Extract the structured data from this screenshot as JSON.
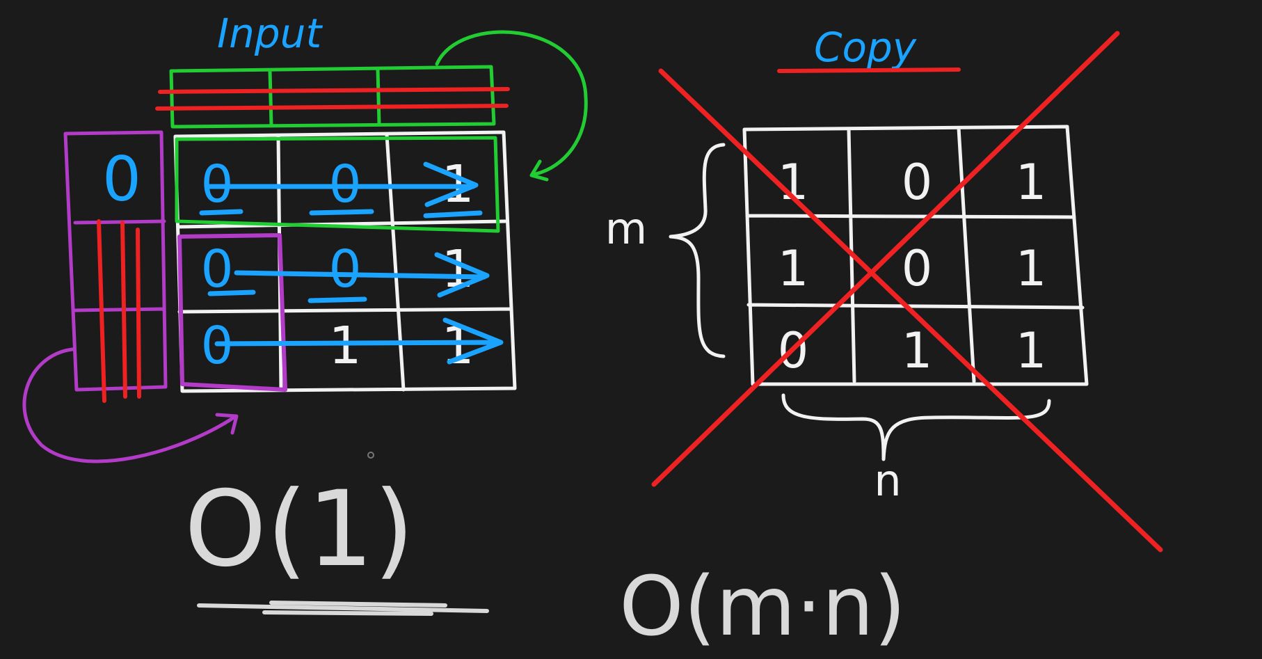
{
  "titles": {
    "input": "Input",
    "copy": "Copy"
  },
  "input_grid": {
    "rows": [
      [
        "0",
        "0",
        "1"
      ],
      [
        "0",
        "0",
        "1"
      ],
      [
        "0",
        "1",
        "1"
      ]
    ],
    "marker_column": [
      "0",
      "",
      ""
    ]
  },
  "copy_grid": {
    "rows": [
      [
        "1",
        "0",
        "1"
      ],
      [
        "1",
        "0",
        "1"
      ],
      [
        "0",
        "1",
        "1"
      ]
    ],
    "row_label": "m",
    "col_label": "n"
  },
  "complexity": {
    "in_place": "O(1)",
    "copy": "O(m·n)"
  },
  "colors": {
    "background": "#1b1b1b",
    "white": "#f2f2f2",
    "blue": "#1aa3ff",
    "green": "#22cc33",
    "red": "#ee2222",
    "purple": "#b23bc8",
    "gray": "#d9d9d9"
  }
}
